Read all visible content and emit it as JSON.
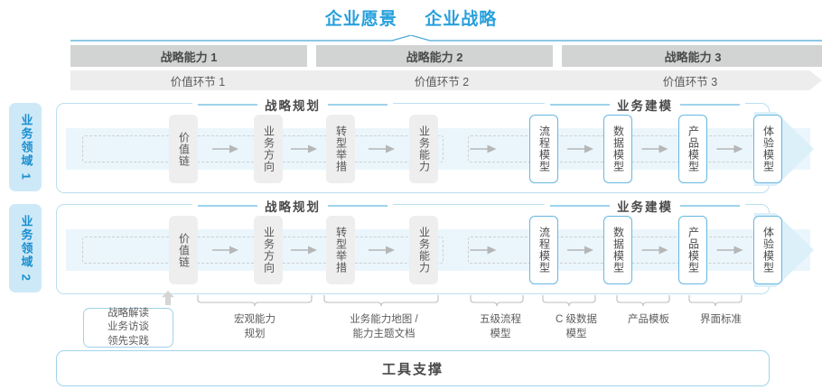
{
  "header": {
    "vision_label": "企业愿景",
    "strategy_label": "企业战略"
  },
  "capabilities": [
    {
      "label": "战略能力 1"
    },
    {
      "label": "战略能力 2"
    },
    {
      "label": "战略能力 3"
    }
  ],
  "value_stages": [
    {
      "label": "价值环节 1"
    },
    {
      "label": "价值环节 2"
    },
    {
      "label": "价值环节 3"
    }
  ],
  "domains": [
    {
      "badge": "业务领域 1",
      "sections": [
        {
          "title": "战略规划"
        },
        {
          "title": "业务建模"
        }
      ],
      "steps": [
        {
          "label": "价值链",
          "style": "gray"
        },
        {
          "label": "业务方向",
          "style": "gray"
        },
        {
          "label": "转型举措",
          "style": "gray"
        },
        {
          "label": "业务能力",
          "style": "gray"
        },
        {
          "label": "流程模型",
          "style": "blue"
        },
        {
          "label": "数据模型",
          "style": "blue"
        },
        {
          "label": "产品模型",
          "style": "blue"
        },
        {
          "label": "体验模型",
          "style": "blue"
        }
      ]
    },
    {
      "badge": "业务领域 2",
      "sections": [
        {
          "title": "战略规划"
        },
        {
          "title": "业务建模"
        }
      ],
      "steps": [
        {
          "label": "价值链",
          "style": "gray"
        },
        {
          "label": "业务方向",
          "style": "gray"
        },
        {
          "label": "转型举措",
          "style": "gray"
        },
        {
          "label": "业务能力",
          "style": "gray"
        },
        {
          "label": "流程模型",
          "style": "blue"
        },
        {
          "label": "数据模型",
          "style": "blue"
        },
        {
          "label": "产品模型",
          "style": "blue"
        },
        {
          "label": "体验模型",
          "style": "blue"
        }
      ]
    }
  ],
  "deliverables": [
    {
      "label": "战略解读\n业务访谈\n领先实践",
      "boxed": true
    },
    {
      "label": "宏观能力\n规划",
      "boxed": false
    },
    {
      "label": "业务能力地图 /\n能力主题文档",
      "boxed": false
    },
    {
      "label": "五级流程\n模型",
      "boxed": false
    },
    {
      "label": "C 级数据\n模型",
      "boxed": false
    },
    {
      "label": "产品模板",
      "boxed": false
    },
    {
      "label": "界面标准",
      "boxed": false
    }
  ],
  "footer": {
    "tool_support_label": "工具支撑"
  },
  "colors": {
    "accent_blue": "#28a0dc",
    "badge_bg": "#cde9f7",
    "band_blue": "#eaf6fc",
    "arrow_blue": "#dcf0fa",
    "cap_gray": "#d2d4d4",
    "stage_gray": "#ededed",
    "box_gray": "#eeeeee",
    "box_blue_border": "#66b7e2"
  }
}
